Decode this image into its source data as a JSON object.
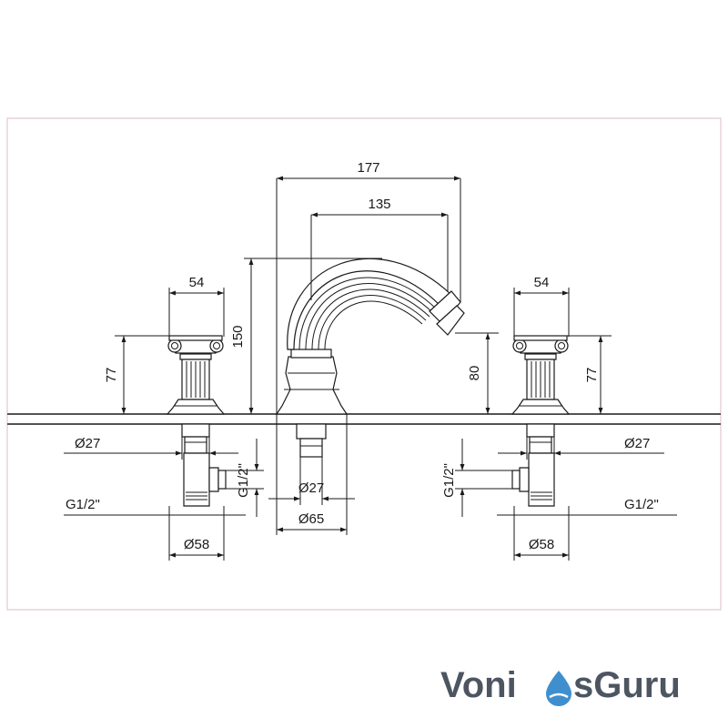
{
  "dimensions": {
    "spout_reach_total": "177",
    "spout_reach_inner": "135",
    "spout_height": "150",
    "outlet_height": "80",
    "handle_width_left": "54",
    "handle_width_right": "54",
    "handle_height_left": "77",
    "handle_height_right": "77",
    "stem_diameter_left": "Ø27",
    "stem_diameter_right": "Ø27",
    "spout_stem_diameter": "Ø27",
    "spout_base_diameter": "Ø65",
    "connection_left": "G1/2\"",
    "connection_right": "G1/2\"",
    "elbow_thread_left": "G1/2\"",
    "elbow_thread_right": "G1/2\"",
    "valve_body_diameter_left": "Ø58",
    "valve_body_diameter_right": "Ø58"
  },
  "brand": {
    "word_left": "Voni",
    "word_right": "sGuru",
    "drop_color": "#3f8fcf",
    "text_color": "#4d5561",
    "icon": "water-drop-icon"
  }
}
